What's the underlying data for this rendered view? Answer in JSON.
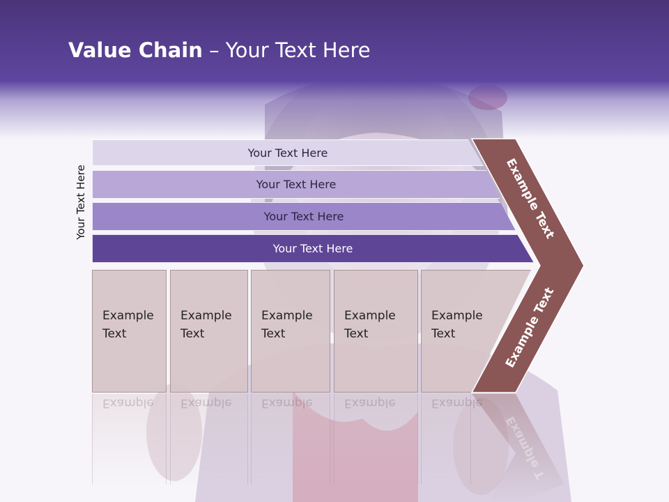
{
  "title": {
    "bold": "Value Chain",
    "rest": " – Your Text Here"
  },
  "side_label": "Your Text Here",
  "bands": [
    {
      "label": "Your Text Here",
      "color": "#ddd6eb"
    },
    {
      "label": "Your Text Here",
      "color": "#b9a7d8"
    },
    {
      "label": "Your Text Here",
      "color": "#9a86c9"
    },
    {
      "label": "Your Text Here",
      "color": "#5f4596"
    }
  ],
  "boxes": [
    {
      "line1": "Example",
      "line2": "Text"
    },
    {
      "line1": "Example",
      "line2": "Text"
    },
    {
      "line1": "Example",
      "line2": "Text"
    },
    {
      "line1": "Example",
      "line2": "Text"
    },
    {
      "line1": "Example",
      "line2": "Text"
    }
  ],
  "chevron": {
    "upper_label": "Example Text",
    "lower_label": "Example Text",
    "reflection_label": "Example T",
    "color": "#8b5656"
  },
  "colors": {
    "header": "#5e46a0",
    "box": "#d6c4c7"
  }
}
